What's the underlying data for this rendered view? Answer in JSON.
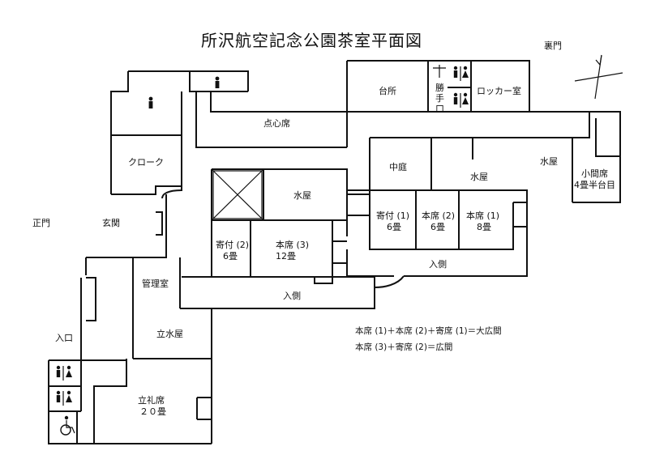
{
  "title": "所沢航空記念公園茶室平面図",
  "labels": {
    "ura_mon": "裏門",
    "sei_mon": "正門",
    "genkan": "玄関",
    "iriguchi": "入口",
    "daidokoro": "台所",
    "katteguchi": "勝手口",
    "locker": "ロッカー室",
    "tenshinseki": "点心席",
    "cloak": "クローク",
    "nakaniwa": "中庭",
    "mizuya_center": "水屋",
    "mizuya_right": "水屋",
    "mizuya_mid": "水屋",
    "komaseki": "小間席",
    "komaseki_size": "4畳半台目",
    "yoritsuki1": "寄付 (1)",
    "yoritsuki1_size": "6畳",
    "honseki2": "本席 (2)",
    "honseki2_size": "6畳",
    "honseki1": "本席 (1)",
    "honseki1_size": "8畳",
    "iriengawa_right": "入側",
    "yoritsuki2": "寄付 (2)",
    "yoritsuki2_size": "6畳",
    "honseki3": "本席 (3)",
    "honseki3_size": "12畳",
    "iriengawa_left": "入側",
    "kanrishitsu": "管理室",
    "tachimizuya": "立水屋",
    "tachireiseki": "立礼席",
    "tachireiseki_size": "２０畳"
  },
  "notes": [
    "本席 (1)＋本席 (2)＋寄席 (1)＝大広間",
    "本席 (3)＋寄席 (2)＝広間"
  ],
  "icons": {
    "toilet_male": "man",
    "toilet_pair": "man-woman",
    "accessible": "wheelchair",
    "north_arrow": "north"
  }
}
